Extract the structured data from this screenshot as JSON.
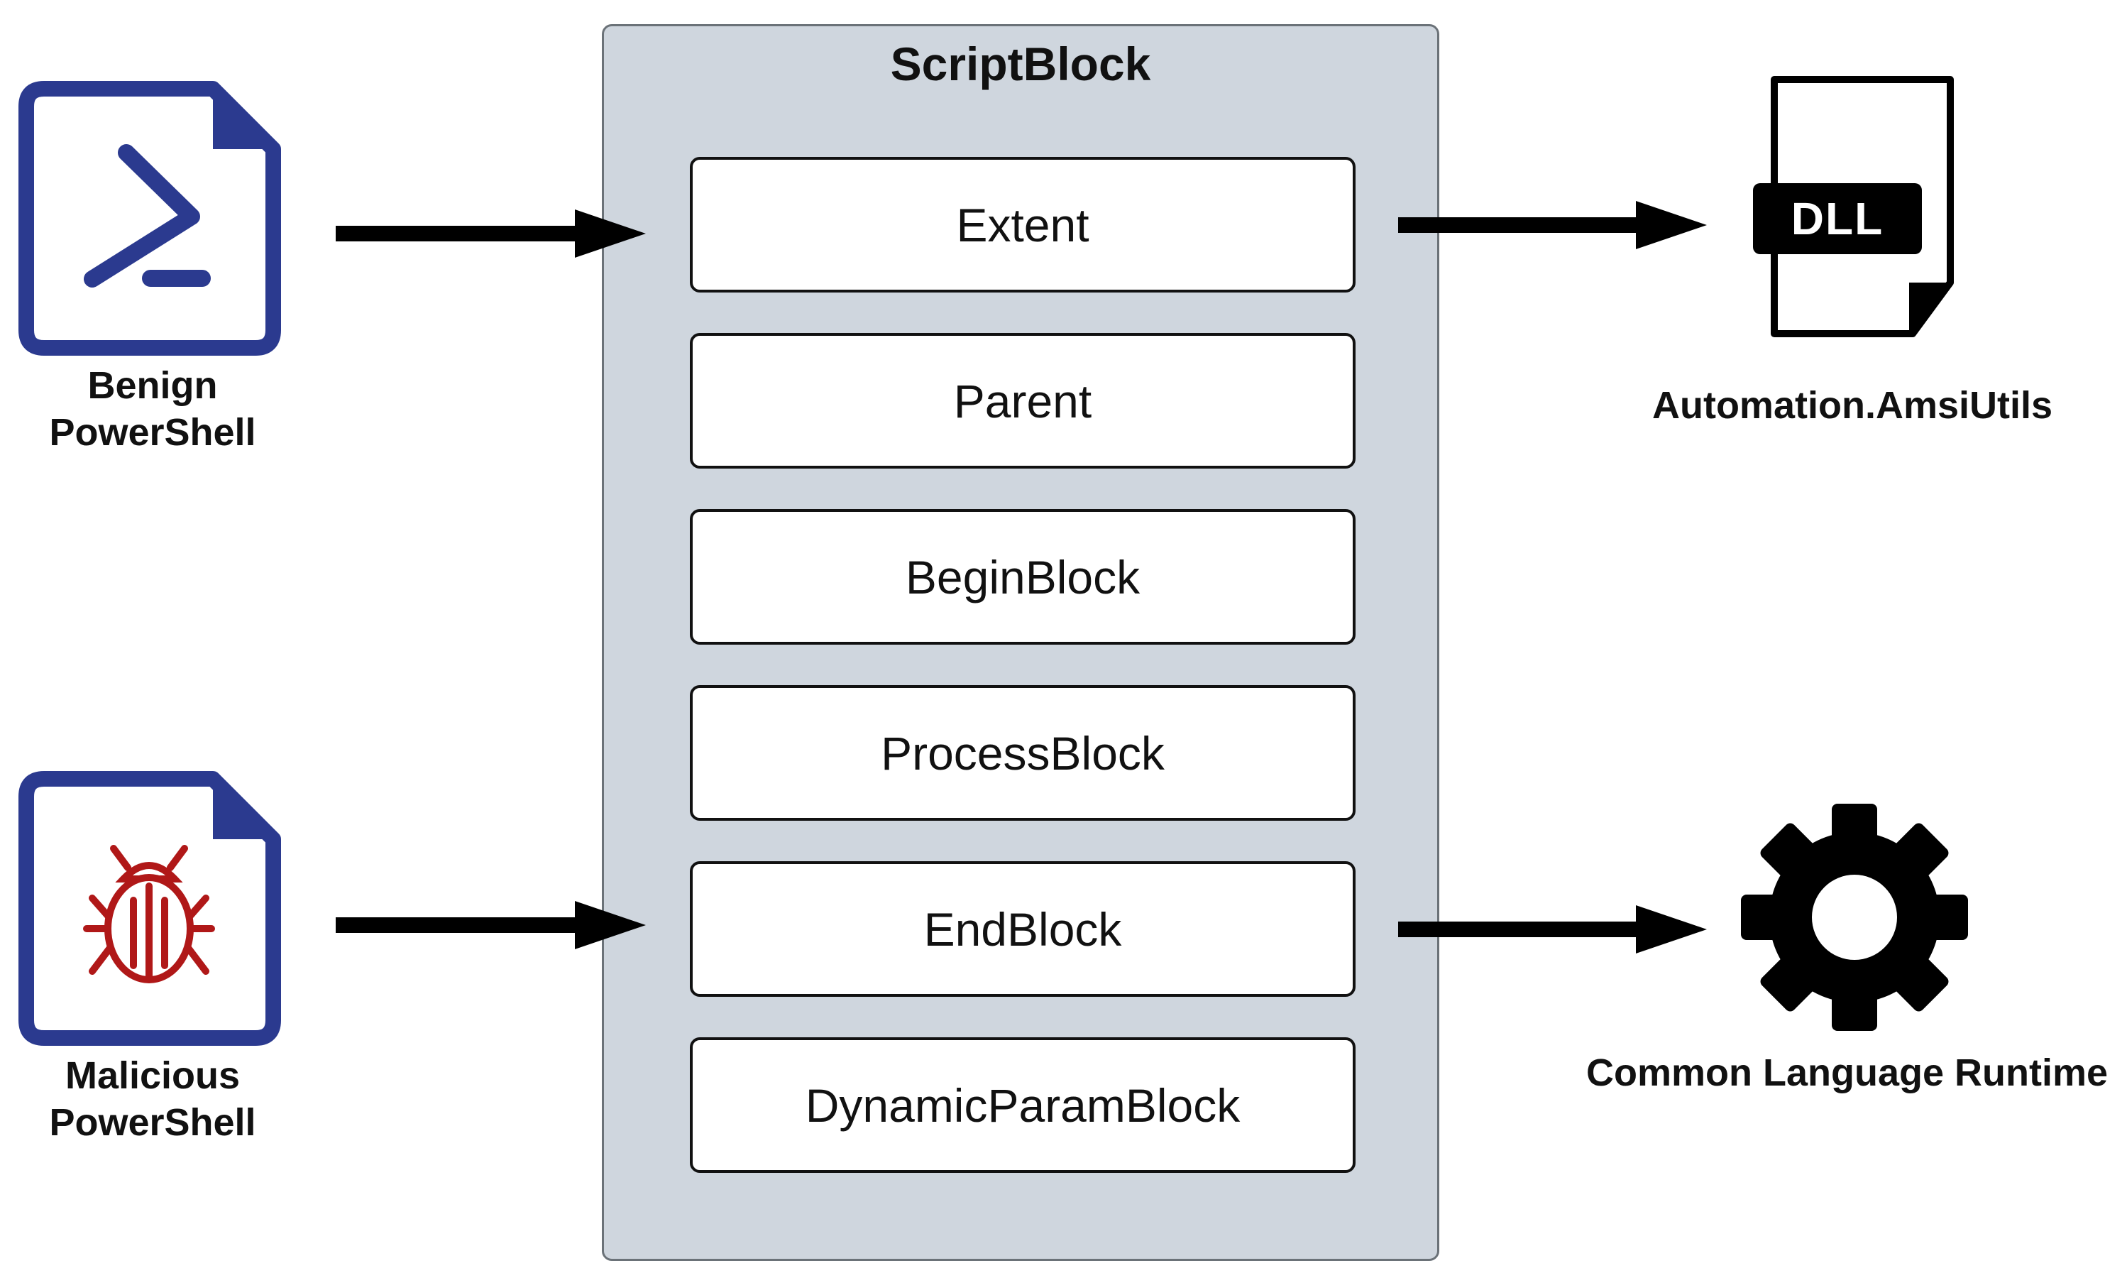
{
  "container": {
    "title": "ScriptBlock"
  },
  "blocks": [
    "Extent",
    "Parent",
    "BeginBlock",
    "ProcessBlock",
    "EndBlock",
    "DynamicParamBlock"
  ],
  "inputs": {
    "benign": {
      "line1": "Benign",
      "line2": "PowerShell",
      "icon": "powershell-file-icon",
      "color": "#2b3a8f"
    },
    "malicious": {
      "line1": "Malicious",
      "line2": "PowerShell",
      "icon": "bug-file-icon",
      "color": "#2b3a8f",
      "bug_color": "#b01818"
    }
  },
  "outputs": {
    "dll": {
      "badge": "DLL",
      "label": "Automation.AmsiUtils",
      "icon": "dll-file-icon"
    },
    "clr": {
      "label": "Common Language Runtime",
      "icon": "gear-icon"
    }
  }
}
